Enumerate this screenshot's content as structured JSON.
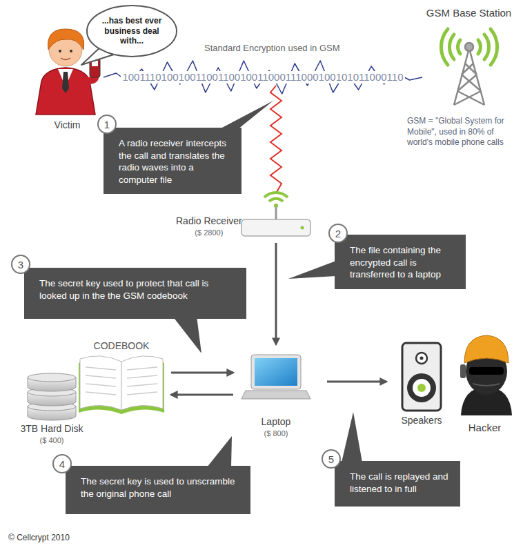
{
  "diagram": {
    "nodes": [
      {
        "text": [
          "...has best ever business deal with..."
        ]
      },
      {
        "text": [
          "Victim"
        ]
      },
      {
        "text": [
          "GSM Base Station"
        ]
      },
      {
        "text": [
          "A radio receiver intercepts the call and translates the radio waves into a computer file"
        ]
      },
      {
        "text": [
          "Radio Receiver",
          "($ 2800)"
        ]
      },
      {
        "text": [
          "The file containing the encrypted call is transferred to a laptop"
        ]
      },
      {
        "text": [
          "The secret key used to protect that call is looked up in the the GSM codebook"
        ]
      },
      {
        "text": [
          "CODEBOOK"
        ]
      },
      {
        "text": [
          "3TB Hard Disk",
          "($ 400)"
        ]
      },
      {
        "text": [
          "Laptop",
          "($ 800)"
        ]
      },
      {
        "text": [
          "Speakers"
        ]
      },
      {
        "text": [
          "Hacker"
        ]
      },
      {
        "text": [
          "The secret key is used to unscramble the original phone call"
        ]
      },
      {
        "text": [
          "The call is replayed and listened to in full"
        ]
      }
    ],
    "edges": [
      {
        "from": 1,
        "to": 2,
        "arrow": "none",
        "label": "10011101001001100110010011000111000100101011000110"
      },
      {
        "from": 4,
        "to": 9,
        "arrow": "to"
      },
      {
        "from": 7,
        "to": 9,
        "arrow": "to"
      },
      {
        "from": 9,
        "to": 7,
        "arrow": "to"
      },
      {
        "from": 9,
        "to": 10,
        "arrow": "to"
      }
    ],
    "labels": [
      "Standard Encryption used in GSM",
      "GSM = \"Global System for Mobile\", used in 80% of world's mobile phone calls",
      "1",
      "2",
      "3",
      "4",
      "5",
      "© Cellcrypt 2010"
    ]
  }
}
